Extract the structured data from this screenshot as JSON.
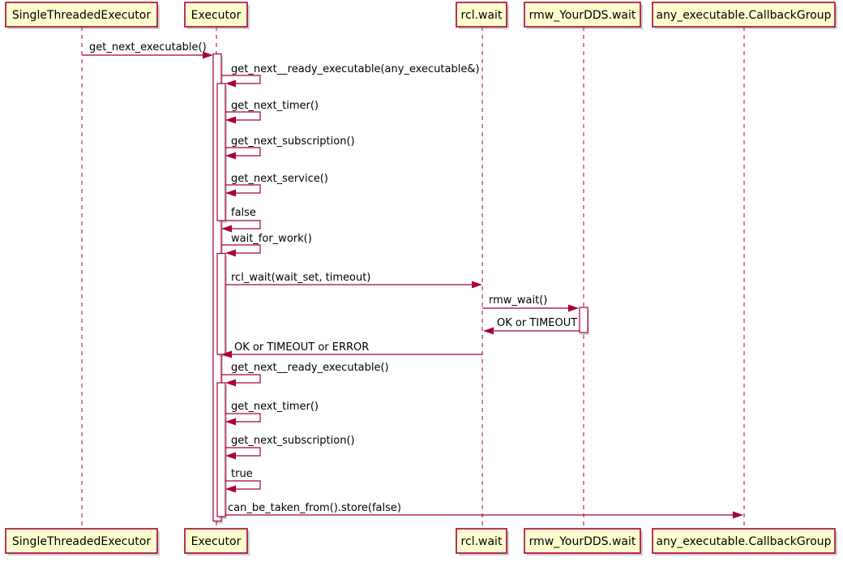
{
  "diagram_type": "uml-sequence-diagram",
  "colors": {
    "accent": "#A80036",
    "participant_fill": "#FEFECE",
    "activation_fill": "#FFFFFF",
    "text": "#000000",
    "shadow": "#888888",
    "background": "#FFFFFF"
  },
  "participants": [
    {
      "label": "SingleThreadedExecutor"
    },
    {
      "label": "Executor"
    },
    {
      "label": "rcl.wait"
    },
    {
      "label": "rmw_YourDDS.wait"
    },
    {
      "label": "any_executable.CallbackGroup"
    }
  ],
  "messages": [
    {
      "label": "get_next_executable()",
      "from": "SingleThreadedExecutor",
      "to": "Executor",
      "kind": "call"
    },
    {
      "label": "get_next__ready_executable(any_executable&)",
      "from": "Executor",
      "to": "Executor",
      "kind": "self-call"
    },
    {
      "label": "get_next_timer()",
      "from": "Executor",
      "to": "Executor",
      "kind": "self-call"
    },
    {
      "label": "get_next_subscription()",
      "from": "Executor",
      "to": "Executor",
      "kind": "self-call"
    },
    {
      "label": "get_next_service()",
      "from": "Executor",
      "to": "Executor",
      "kind": "self-call"
    },
    {
      "label": "false",
      "from": "Executor",
      "to": "Executor",
      "kind": "self-return"
    },
    {
      "label": "wait_for_work()",
      "from": "Executor",
      "to": "Executor",
      "kind": "self-call"
    },
    {
      "label": "rcl_wait(wait_set, timeout)",
      "from": "Executor",
      "to": "rcl.wait",
      "kind": "call"
    },
    {
      "label": "rmw_wait()",
      "from": "rcl.wait",
      "to": "rmw_YourDDS.wait",
      "kind": "call"
    },
    {
      "label": "OK or TIMEOUT",
      "from": "rmw_YourDDS.wait",
      "to": "rcl.wait",
      "kind": "return"
    },
    {
      "label": "OK or TIMEOUT or ERROR",
      "from": "rcl.wait",
      "to": "Executor",
      "kind": "return"
    },
    {
      "label": "get_next__ready_executable()",
      "from": "Executor",
      "to": "Executor",
      "kind": "self-call"
    },
    {
      "label": "get_next_timer()",
      "from": "Executor",
      "to": "Executor",
      "kind": "self-call"
    },
    {
      "label": "get_next_subscription()",
      "from": "Executor",
      "to": "Executor",
      "kind": "self-call"
    },
    {
      "label": "true",
      "from": "Executor",
      "to": "Executor",
      "kind": "self-return"
    },
    {
      "label": "can_be_taken_from().store(false)",
      "from": "Executor",
      "to": "any_executable.CallbackGroup",
      "kind": "call"
    }
  ]
}
